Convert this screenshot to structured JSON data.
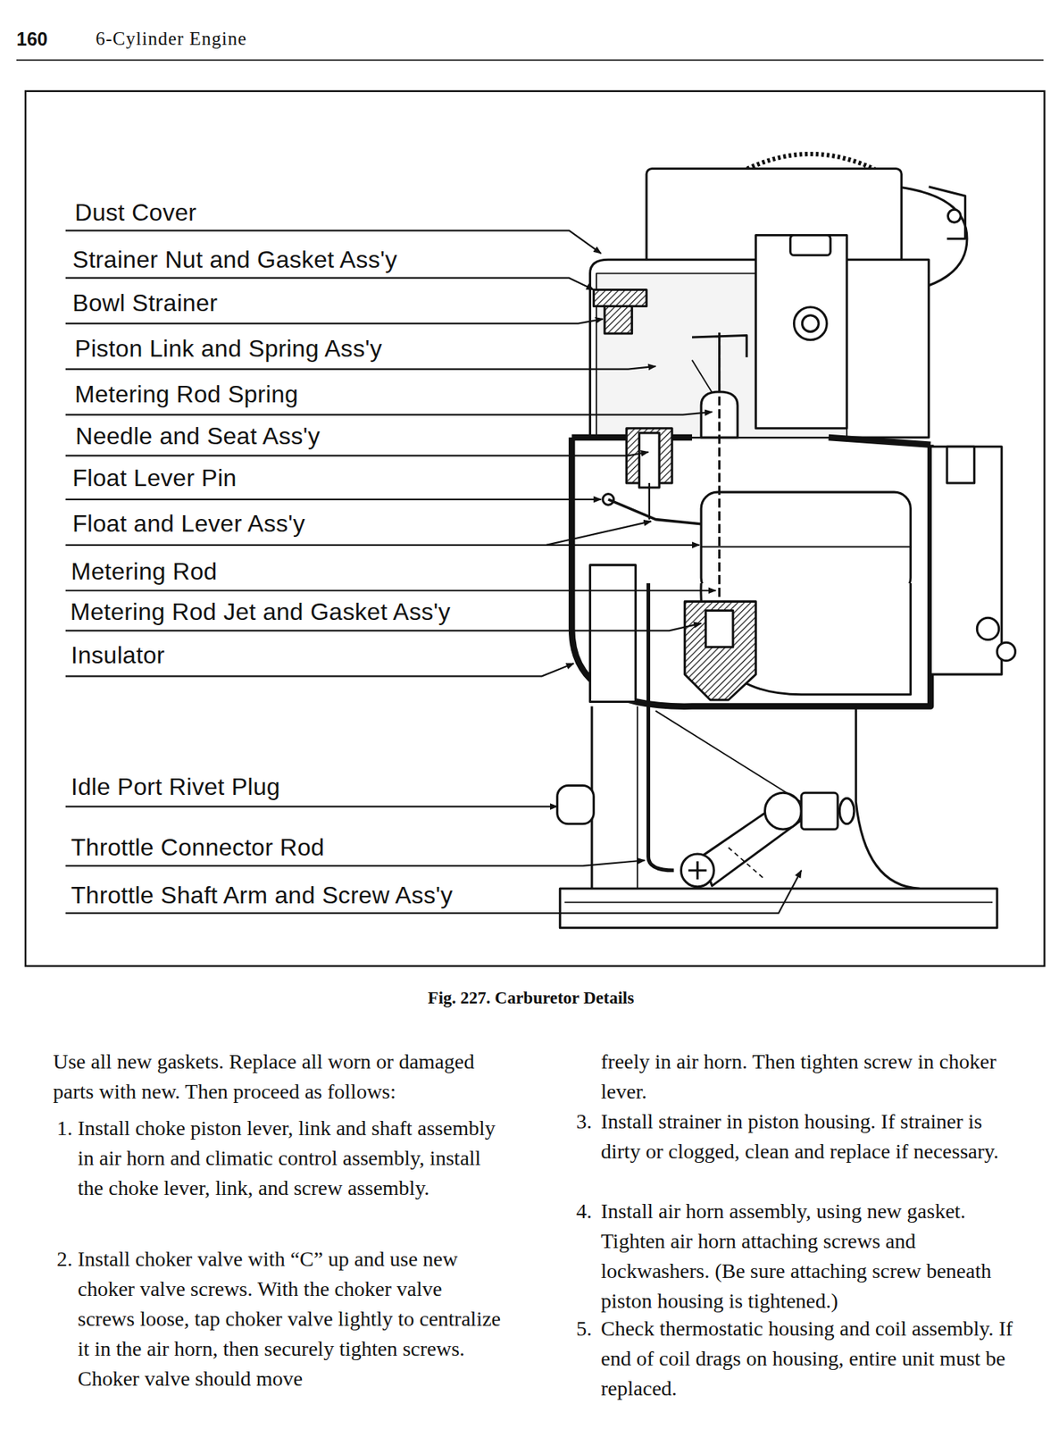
{
  "diagram": {
    "caption": "Fig. 227. Carburetor Details",
    "labels": [
      "160",
      "6-Cylinder Engine",
      "Dust Cover",
      "Strainer Nut and Gasket Ass'y",
      "Bowl Strainer",
      "Piston Link and Spring Ass'y",
      "Metering Rod Spring",
      "Needle and Seat Ass'y",
      "Float Lever Pin",
      "Float and Lever Ass'y",
      "Metering Rod",
      "Metering Rod Jet and Gasket Ass'y",
      "Insulator",
      "Idle Port Rivet Plug",
      "Throttle Connector Rod",
      "Throttle Shaft Arm and Screw Ass'y",
      "Use all new gaskets. Replace all worn or damaged parts with new. Then proceed as follows:",
      "1.",
      "Install choke piston lever, link and shaft assembly in air horn and climatic control assembly, install the choke lever, link, and screw assembly.",
      "2.",
      "Install choker valve with “C” up and use new choker valve screws. With the choker valve screws loose, tap choker valve lightly to centralize it in the air horn, then securely tighten screws. Choker valve should move",
      "freely in air horn. Then tighten screw in choker lever.",
      "3.",
      "Install strainer in piston housing. If strainer is dirty or clogged, clean and replace if necessary.",
      "4.",
      "Install air horn assembly, using new gasket. Tighten air horn attaching screws and lockwashers. (Be sure attaching screw beneath piston housing is tightened.)",
      "5.",
      "Check thermostatic housing and coil assembly. If end of coil drags on housing, entire unit must be replaced."
    ]
  }
}
